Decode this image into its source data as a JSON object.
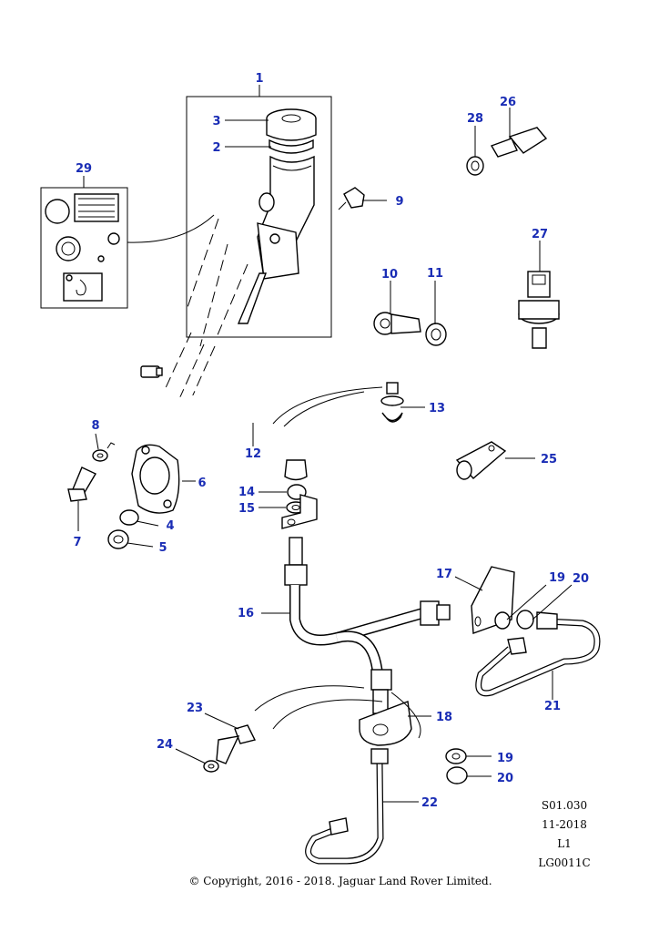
{
  "callouts": [
    {
      "id": "1",
      "label": "1"
    },
    {
      "id": "2",
      "label": "2"
    },
    {
      "id": "3",
      "label": "3"
    },
    {
      "id": "4",
      "label": "4"
    },
    {
      "id": "5",
      "label": "5"
    },
    {
      "id": "6",
      "label": "6"
    },
    {
      "id": "7",
      "label": "7"
    },
    {
      "id": "8",
      "label": "8"
    },
    {
      "id": "9",
      "label": "9"
    },
    {
      "id": "10",
      "label": "10"
    },
    {
      "id": "11",
      "label": "11"
    },
    {
      "id": "12",
      "label": "12"
    },
    {
      "id": "13",
      "label": "13"
    },
    {
      "id": "14",
      "label": "14"
    },
    {
      "id": "15",
      "label": "15"
    },
    {
      "id": "16",
      "label": "16"
    },
    {
      "id": "17",
      "label": "17"
    },
    {
      "id": "18",
      "label": "18"
    },
    {
      "id": "19a",
      "label": "19"
    },
    {
      "id": "20a",
      "label": "20"
    },
    {
      "id": "21",
      "label": "21"
    },
    {
      "id": "22",
      "label": "22"
    },
    {
      "id": "23",
      "label": "23"
    },
    {
      "id": "24",
      "label": "24"
    },
    {
      "id": "25",
      "label": "25"
    },
    {
      "id": "26",
      "label": "26"
    },
    {
      "id": "27",
      "label": "27"
    },
    {
      "id": "28",
      "label": "28"
    },
    {
      "id": "29",
      "label": "29"
    },
    {
      "id": "19b",
      "label": "19"
    },
    {
      "id": "20b",
      "label": "20"
    }
  ],
  "reference": {
    "section": "S01.030",
    "date": "11-2018",
    "level": "L1",
    "illustration": "LG0011C"
  },
  "copyright": "© Copyright, 2016 - 2018. Jaguar Land Rover Limited.",
  "colors": {
    "callout": "#1a2db5",
    "line": "#000000",
    "background": "#ffffff"
  }
}
